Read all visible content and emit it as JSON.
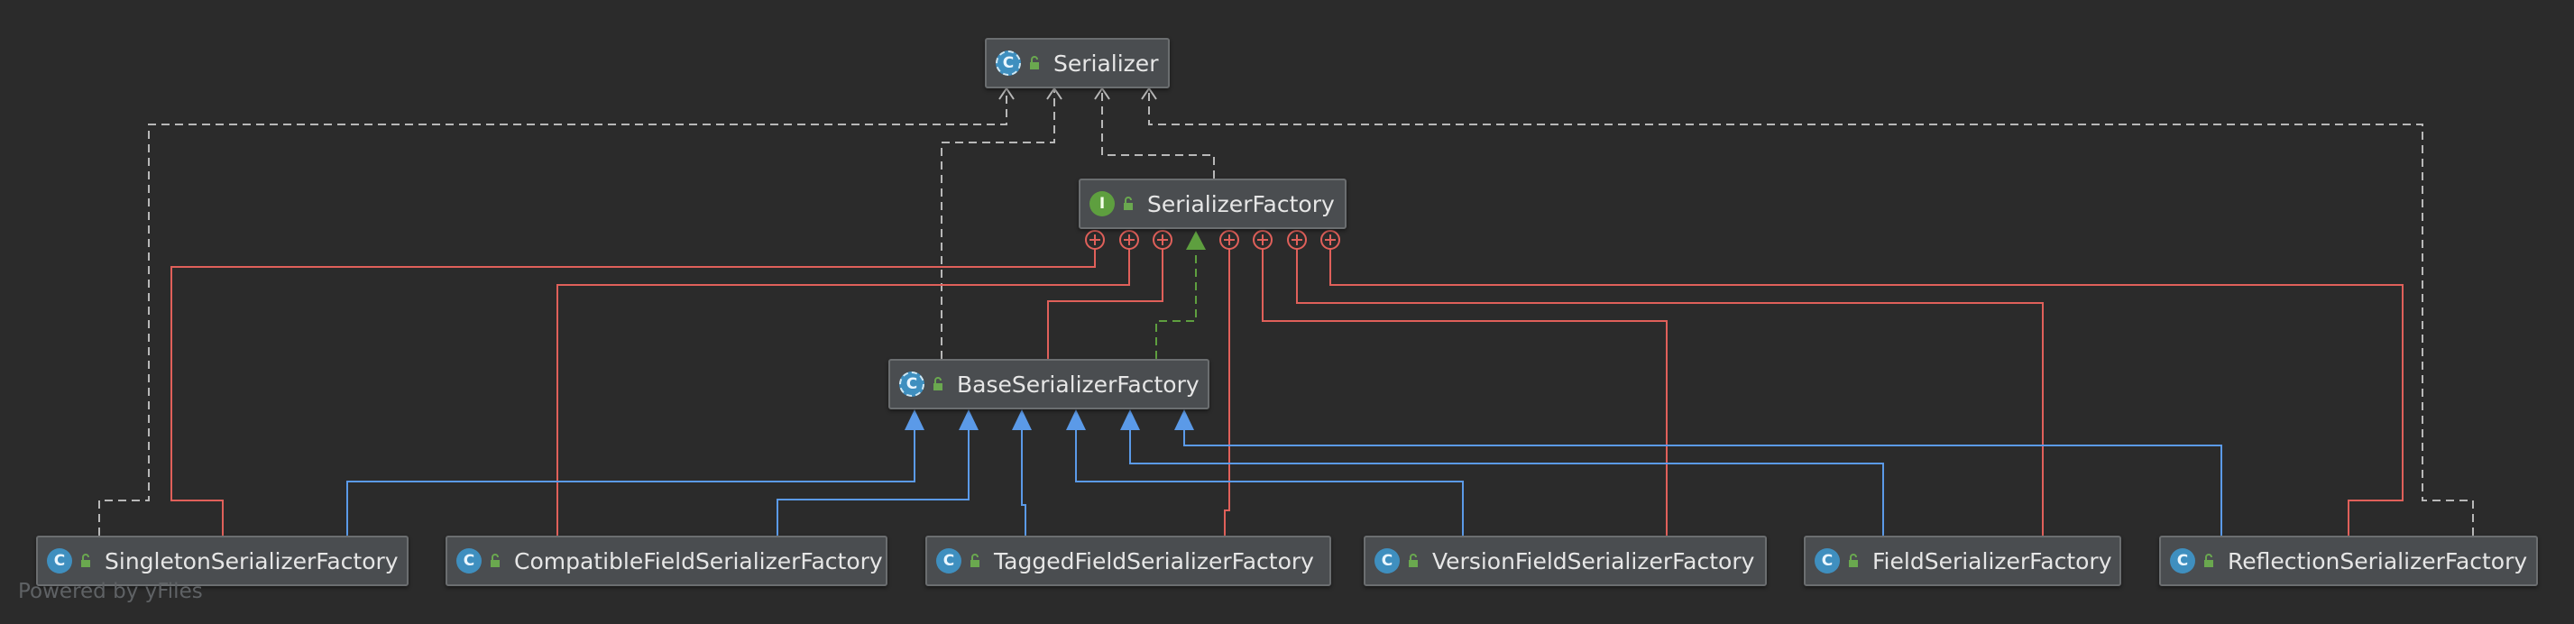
{
  "diagram": {
    "watermark": "Powered by yFiles",
    "colors": {
      "background": "#2b2b2b",
      "node_fill": "#4a4d50",
      "node_border": "#6b6e70",
      "dependency": "#b8b8b8",
      "inheritance": "#5b9ae8",
      "implements": "#5e9f3f",
      "inner_class": "#e0605a"
    },
    "nodes": {
      "serializer": {
        "label": "Serializer",
        "kind": "abstract",
        "icon": "abstract-class-icon"
      },
      "serializer_factory": {
        "label": "SerializerFactory",
        "kind": "interface",
        "icon": "interface-icon"
      },
      "base_serializer_factory": {
        "label": "BaseSerializerFactory",
        "kind": "abstract",
        "icon": "abstract-class-icon"
      },
      "singleton": {
        "label": "SingletonSerializerFactory",
        "kind": "class",
        "icon": "class-icon"
      },
      "compatible_field": {
        "label": "CompatibleFieldSerializerFactory",
        "kind": "class",
        "icon": "class-icon"
      },
      "tagged_field": {
        "label": "TaggedFieldSerializerFactory",
        "kind": "class",
        "icon": "class-icon"
      },
      "version_field": {
        "label": "VersionFieldSerializerFactory",
        "kind": "class",
        "icon": "class-icon"
      },
      "field": {
        "label": "FieldSerializerFactory",
        "kind": "class",
        "icon": "class-icon"
      },
      "reflection": {
        "label": "ReflectionSerializerFactory",
        "kind": "class",
        "icon": "class-icon"
      }
    },
    "edges": [
      {
        "from": "singleton",
        "to": "serializer",
        "type": "dependency"
      },
      {
        "from": "base_serializer_factory",
        "to": "serializer",
        "type": "dependency"
      },
      {
        "from": "serializer_factory",
        "to": "serializer",
        "type": "dependency"
      },
      {
        "from": "reflection",
        "to": "serializer",
        "type": "dependency"
      },
      {
        "from": "base_serializer_factory",
        "to": "serializer_factory",
        "type": "implements"
      },
      {
        "from": "singleton",
        "to": "serializer_factory",
        "type": "inner_class"
      },
      {
        "from": "compatible_field",
        "to": "serializer_factory",
        "type": "inner_class"
      },
      {
        "from": "base_serializer_factory",
        "to": "serializer_factory",
        "type": "inner_class"
      },
      {
        "from": "tagged_field",
        "to": "serializer_factory",
        "type": "inner_class"
      },
      {
        "from": "version_field",
        "to": "serializer_factory",
        "type": "inner_class"
      },
      {
        "from": "field",
        "to": "serializer_factory",
        "type": "inner_class"
      },
      {
        "from": "reflection",
        "to": "serializer_factory",
        "type": "inner_class"
      },
      {
        "from": "singleton",
        "to": "base_serializer_factory",
        "type": "inheritance"
      },
      {
        "from": "compatible_field",
        "to": "base_serializer_factory",
        "type": "inheritance"
      },
      {
        "from": "tagged_field",
        "to": "base_serializer_factory",
        "type": "inheritance"
      },
      {
        "from": "version_field",
        "to": "base_serializer_factory",
        "type": "inheritance"
      },
      {
        "from": "field",
        "to": "base_serializer_factory",
        "type": "inheritance"
      },
      {
        "from": "reflection",
        "to": "base_serializer_factory",
        "type": "inheritance"
      }
    ]
  }
}
